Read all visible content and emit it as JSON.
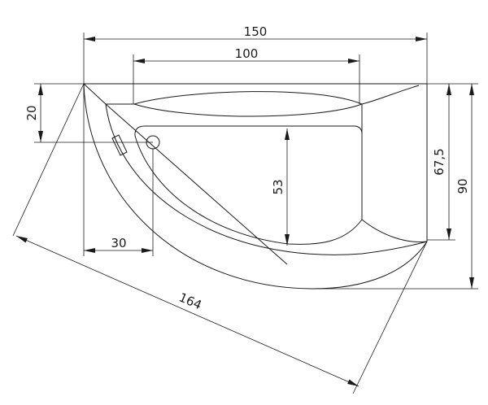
{
  "dimensions": {
    "width_total": "150",
    "width_inner": "100",
    "depth_rim": "20",
    "depth_basin": "53",
    "offset_drain": "30",
    "depth_side": "67,5",
    "depth_total": "90",
    "diagonal": "164"
  }
}
